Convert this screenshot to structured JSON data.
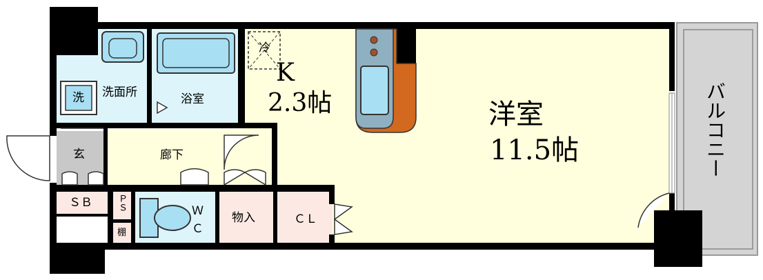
{
  "rooms": {
    "western_room": {
      "label": "洋室",
      "size": "11.5帖"
    },
    "kitchen": {
      "label": "K",
      "size": "2.3帖"
    },
    "fridge": "冷",
    "washroom": "洗面所",
    "washer": "洗",
    "bathroom": "浴室",
    "entrance": "玄",
    "corridor": "廊下",
    "shoe_box": "ＳＢ",
    "ps": "ＰＳ",
    "shelf": "棚",
    "toilet_w": "Ｗ",
    "toilet_c": "Ｃ",
    "storage": "物入",
    "closet": "ＣＬ",
    "balcony": "バルコニー"
  },
  "colors": {
    "wall": "#000000",
    "main_floor": "#ffffdd",
    "wet_area": "#ddf4fb",
    "entrance": "#c8c8c8",
    "storage": "#fde9e4",
    "fixture_blue": "#a9dff2",
    "counter_orange": "#d2691e",
    "counter_grey": "#8fb0c0",
    "balcony": "#d3d3d3"
  }
}
